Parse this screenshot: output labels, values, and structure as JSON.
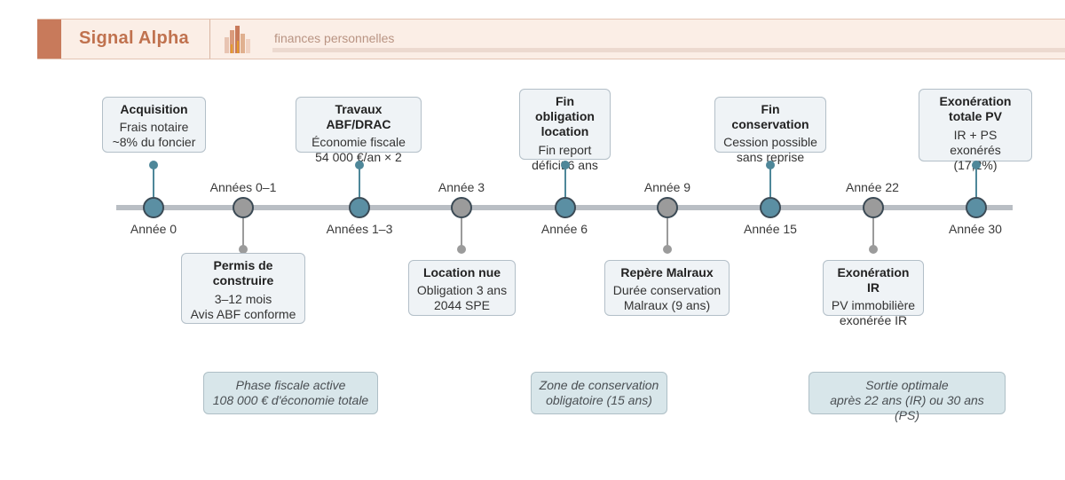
{
  "header": {
    "brand": "Signal Alpha",
    "tagline": "finances personnelles",
    "colors": {
      "brand": "#c87a5b",
      "accent": "#5b8fa3",
      "muted": "#9b9b9b"
    }
  },
  "timeline": {
    "nodes": [
      {
        "year_label": "Année 0",
        "color": "teal",
        "card_title": "Acquisition",
        "card_text": "Frais notaire\n~8% du foncier"
      },
      {
        "year_label": "Années 0–1",
        "color": "gray",
        "card_title": "Permis de\nconstruire",
        "card_text": "3–12 mois\nAvis ABF conforme"
      },
      {
        "year_label": "Années 1–3",
        "color": "teal",
        "card_title": "Travaux ABF/DRAC",
        "card_text": "Économie fiscale\n54 000 €/an × 2"
      },
      {
        "year_label": "Année 3",
        "color": "gray",
        "card_title": "Location nue",
        "card_text": "Obligation 3 ans\n2044 SPE"
      },
      {
        "year_label": "Année 6",
        "color": "teal",
        "card_title": "Fin obligation\nlocation",
        "card_text": "Fin report\ndéficit 6 ans"
      },
      {
        "year_label": "Année 9",
        "color": "gray",
        "card_title": "Repère Malraux",
        "card_text": "Durée conservation\nMalraux (9 ans)"
      },
      {
        "year_label": "Année 15",
        "color": "teal",
        "card_title": "Fin conservation",
        "card_text": "Cession possible\nsans reprise"
      },
      {
        "year_label": "Année 22",
        "color": "gray",
        "card_title": "Exonération IR",
        "card_text": "PV immobilière\nexonérée IR"
      },
      {
        "year_label": "Année 30",
        "color": "teal",
        "card_title": "Exonération\ntotale PV",
        "card_text": "IR + PS exonérés\n(17,2%)"
      }
    ],
    "phases": [
      {
        "text": "Phase fiscale active\n108 000 € d'économie totale"
      },
      {
        "text": "Zone de conservation\nobligatoire (15 ans)"
      },
      {
        "text": "Sortie optimale\naprès 22 ans (IR) ou 30 ans (PS)"
      }
    ]
  }
}
